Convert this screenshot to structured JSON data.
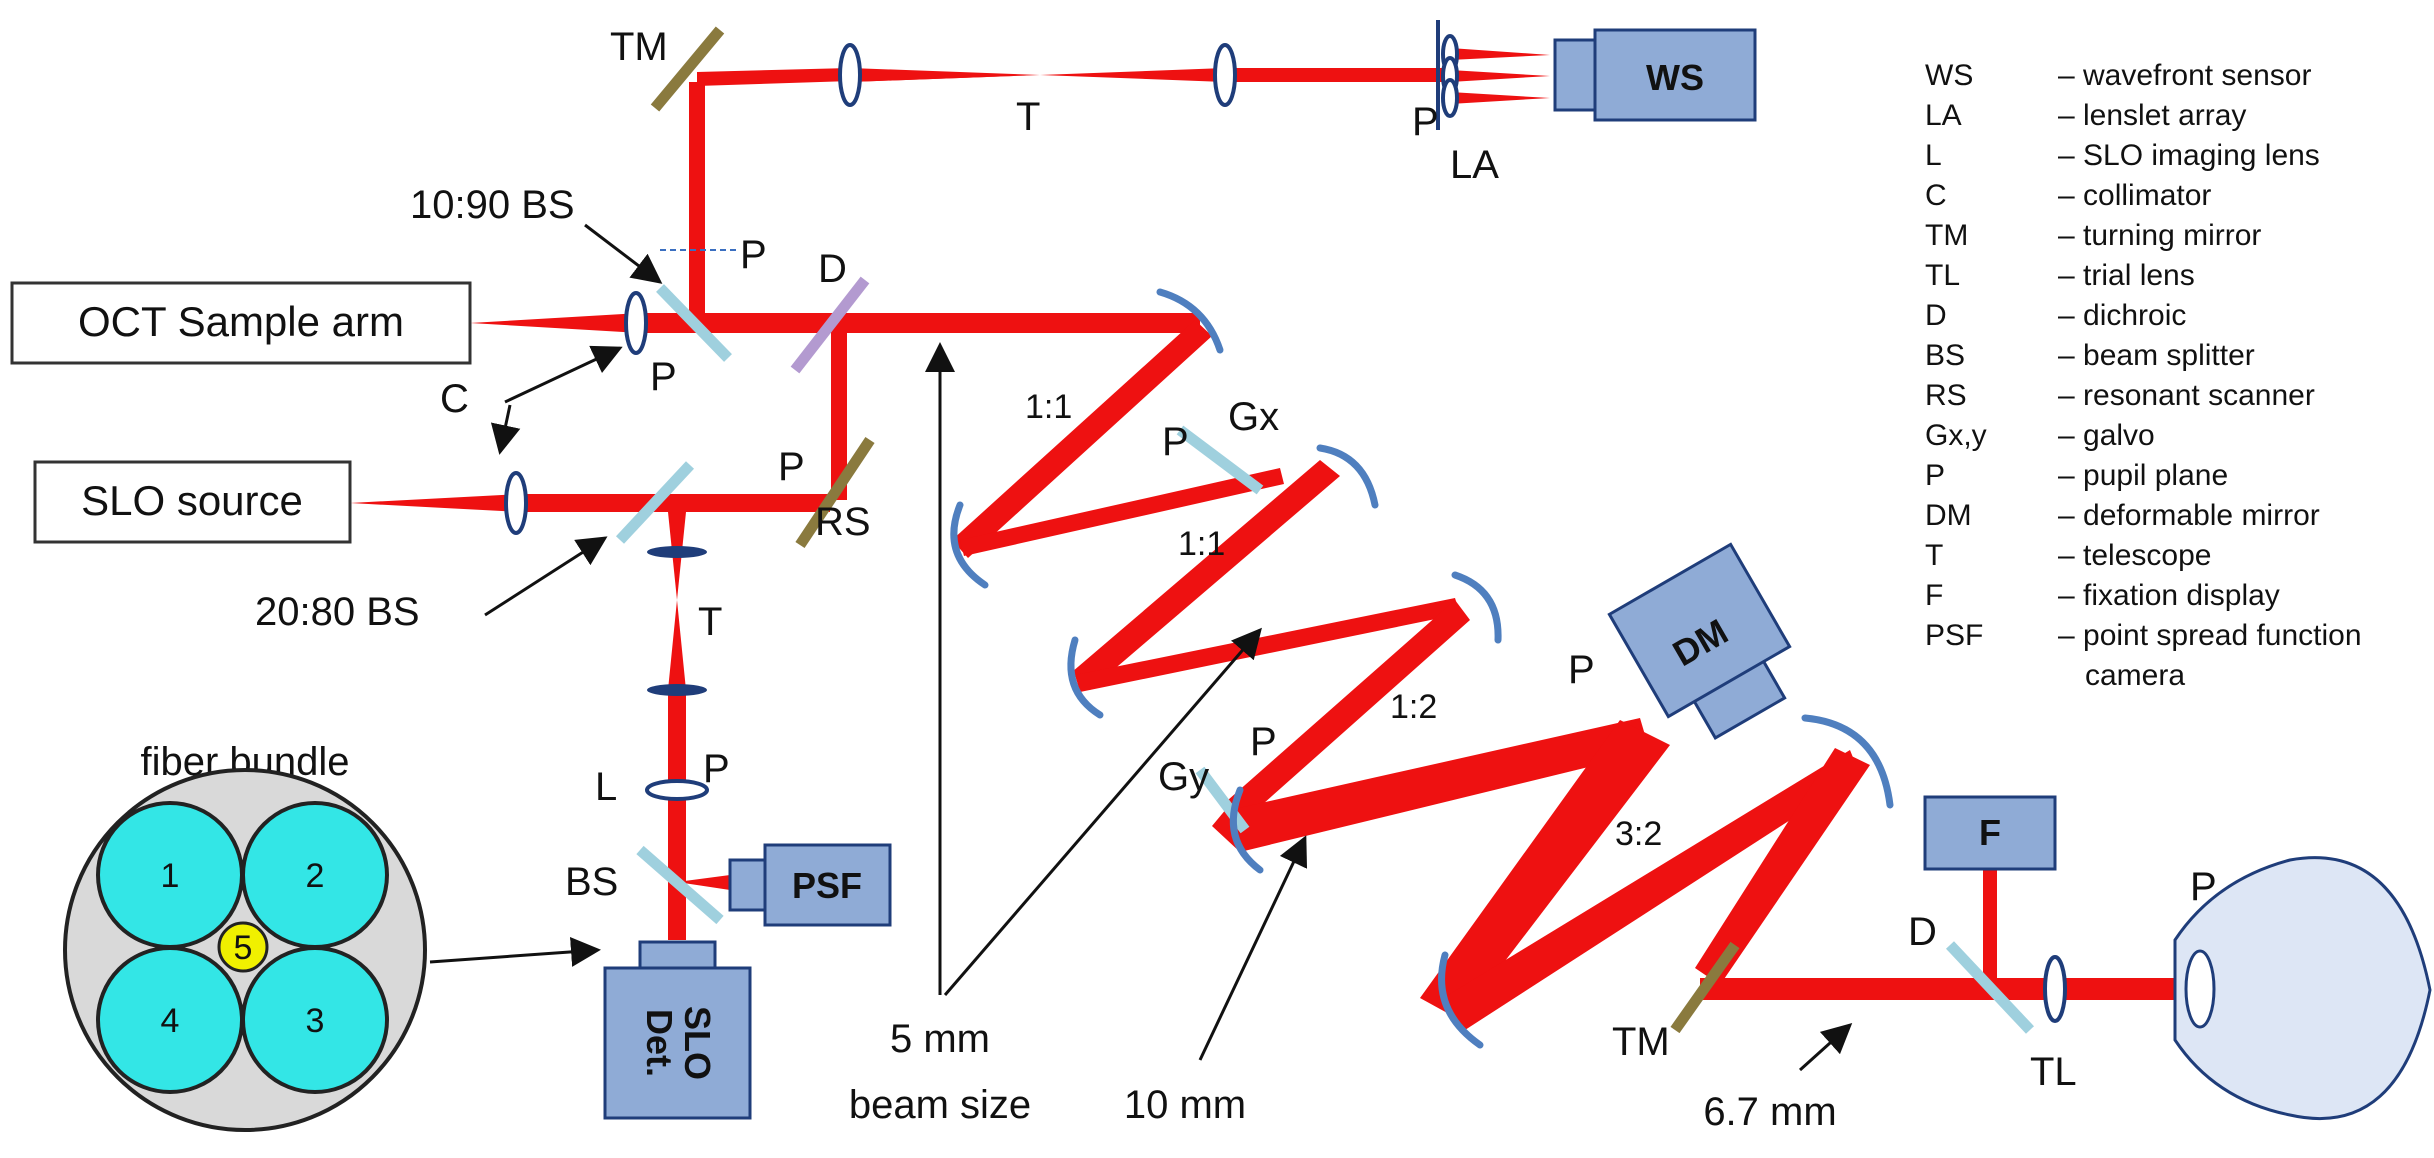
{
  "boxes": {
    "oct": "OCT Sample arm",
    "slo_source": "SLO source"
  },
  "devices": {
    "ws": "WS",
    "psf": "PSF",
    "dm": "DM",
    "f": "F",
    "slo_det_line1": "SLO",
    "slo_det_line2": "Det."
  },
  "labels": {
    "tm_top": "TM",
    "t_top": "T",
    "p_ws": "P",
    "la": "LA",
    "bs_1090": "10:90 BS",
    "p_bs_top": "P",
    "d_top": "D",
    "c": "C",
    "p_oct_lens": "P",
    "p_rs": "P",
    "rs": "RS",
    "bs_2080": "20:80 BS",
    "t_slo": "T",
    "l": "L",
    "p_l": "P",
    "bs_bottom": "BS",
    "ratio_1": "1:1",
    "ratio_2": "1:1",
    "ratio_3": "1:2",
    "ratio_4": "3:2",
    "gx": "Gx",
    "p_gx": "P",
    "gy": "Gy",
    "p_gy": "P",
    "p_dm": "P",
    "tm_bottom": "TM",
    "d_bottom": "D",
    "tl": "TL",
    "p_eye": "P",
    "size_5mm_1": "5 mm",
    "size_5mm_2": "beam size",
    "size_10mm": "10 mm",
    "size_67mm": "6.7 mm"
  },
  "fiber_bundle": {
    "title": "fiber bundle",
    "cores": [
      "1",
      "2",
      "3",
      "4",
      "5"
    ]
  },
  "legend": [
    {
      "abbr": "WS",
      "desc": "– wavefront sensor"
    },
    {
      "abbr": "LA",
      "desc": "– lenslet array"
    },
    {
      "abbr": "L",
      "desc": "– SLO imaging lens"
    },
    {
      "abbr": "C",
      "desc": "– collimator"
    },
    {
      "abbr": "TM",
      "desc": "– turning mirror"
    },
    {
      "abbr": "TL",
      "desc": "– trial lens"
    },
    {
      "abbr": "D",
      "desc": "– dichroic"
    },
    {
      "abbr": "BS",
      "desc": "– beam splitter"
    },
    {
      "abbr": "RS",
      "desc": "– resonant scanner"
    },
    {
      "abbr": "Gx,y",
      "desc": "– galvo"
    },
    {
      "abbr": "P",
      "desc": "– pupil plane"
    },
    {
      "abbr": "DM",
      "desc": "– deformable mirror"
    },
    {
      "abbr": "T",
      "desc": "– telescope"
    },
    {
      "abbr": "F",
      "desc": "– fixation display"
    },
    {
      "abbr": "PSF",
      "desc": "– point spread function"
    },
    {
      "abbr": "",
      "desc": "camera"
    }
  ],
  "colors": {
    "beam": "#ee1111",
    "device": "#8fabd6",
    "mirror_arc": "#4f7fbf",
    "splitter": "#9fd0de",
    "turning_mirror": "#8a7a3e",
    "dichroic_top": "#b39ad0",
    "fiber_core": "#33e6e6",
    "fiber_center": "#f0f000",
    "eye": "#dde6f5"
  }
}
